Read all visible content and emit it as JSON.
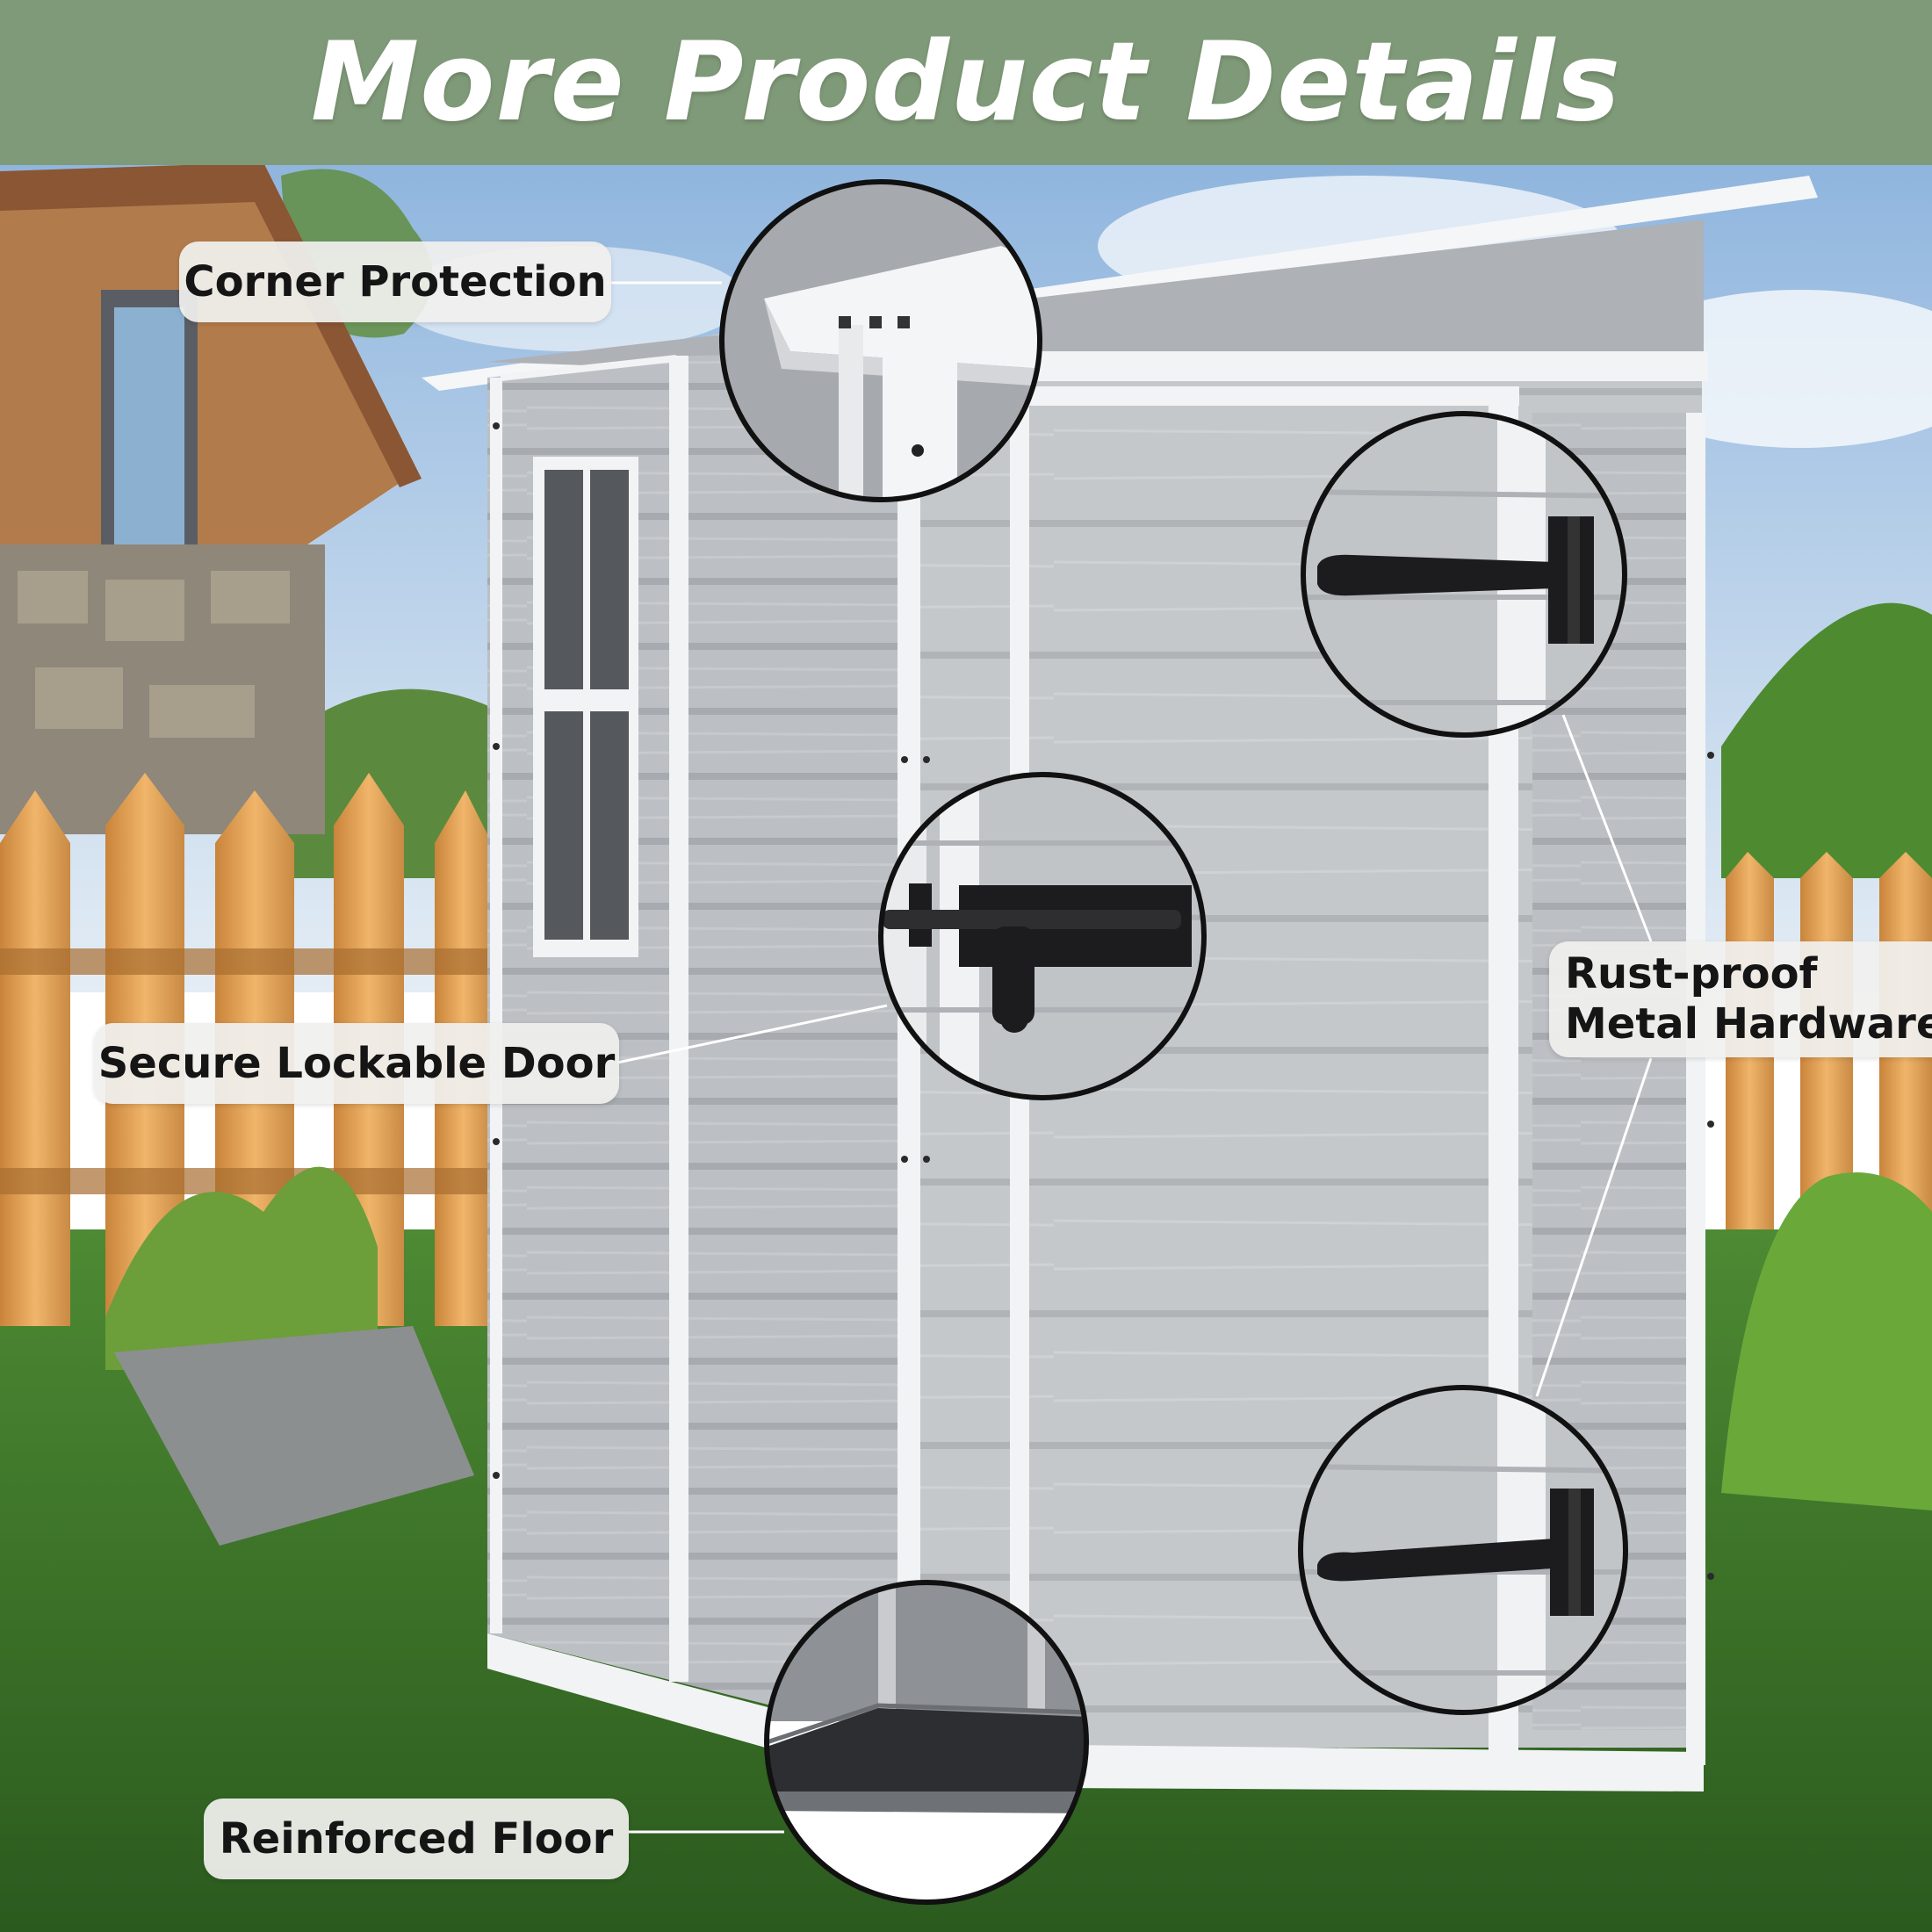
{
  "banner": {
    "title": "More Product Details",
    "background_color": "#7f9a78"
  },
  "callouts": {
    "corner_protection": "Corner Protection",
    "secure_lockable_door": "Secure Lockable Door",
    "rust_proof_line1": "Rust-proof",
    "rust_proof_line2": "Metal Hardware",
    "reinforced_floor": "Reinforced Floor"
  },
  "scene": {
    "product": "garden-storage-shed",
    "shed_panel_color": "#b9bcc0",
    "shed_trim_color": "#f2f3f5",
    "hardware_color": "#1c1c1e",
    "sky_color": "#a9c8e6",
    "grass_color": "#3e7a2c",
    "fence_color": "#d99a4a"
  }
}
